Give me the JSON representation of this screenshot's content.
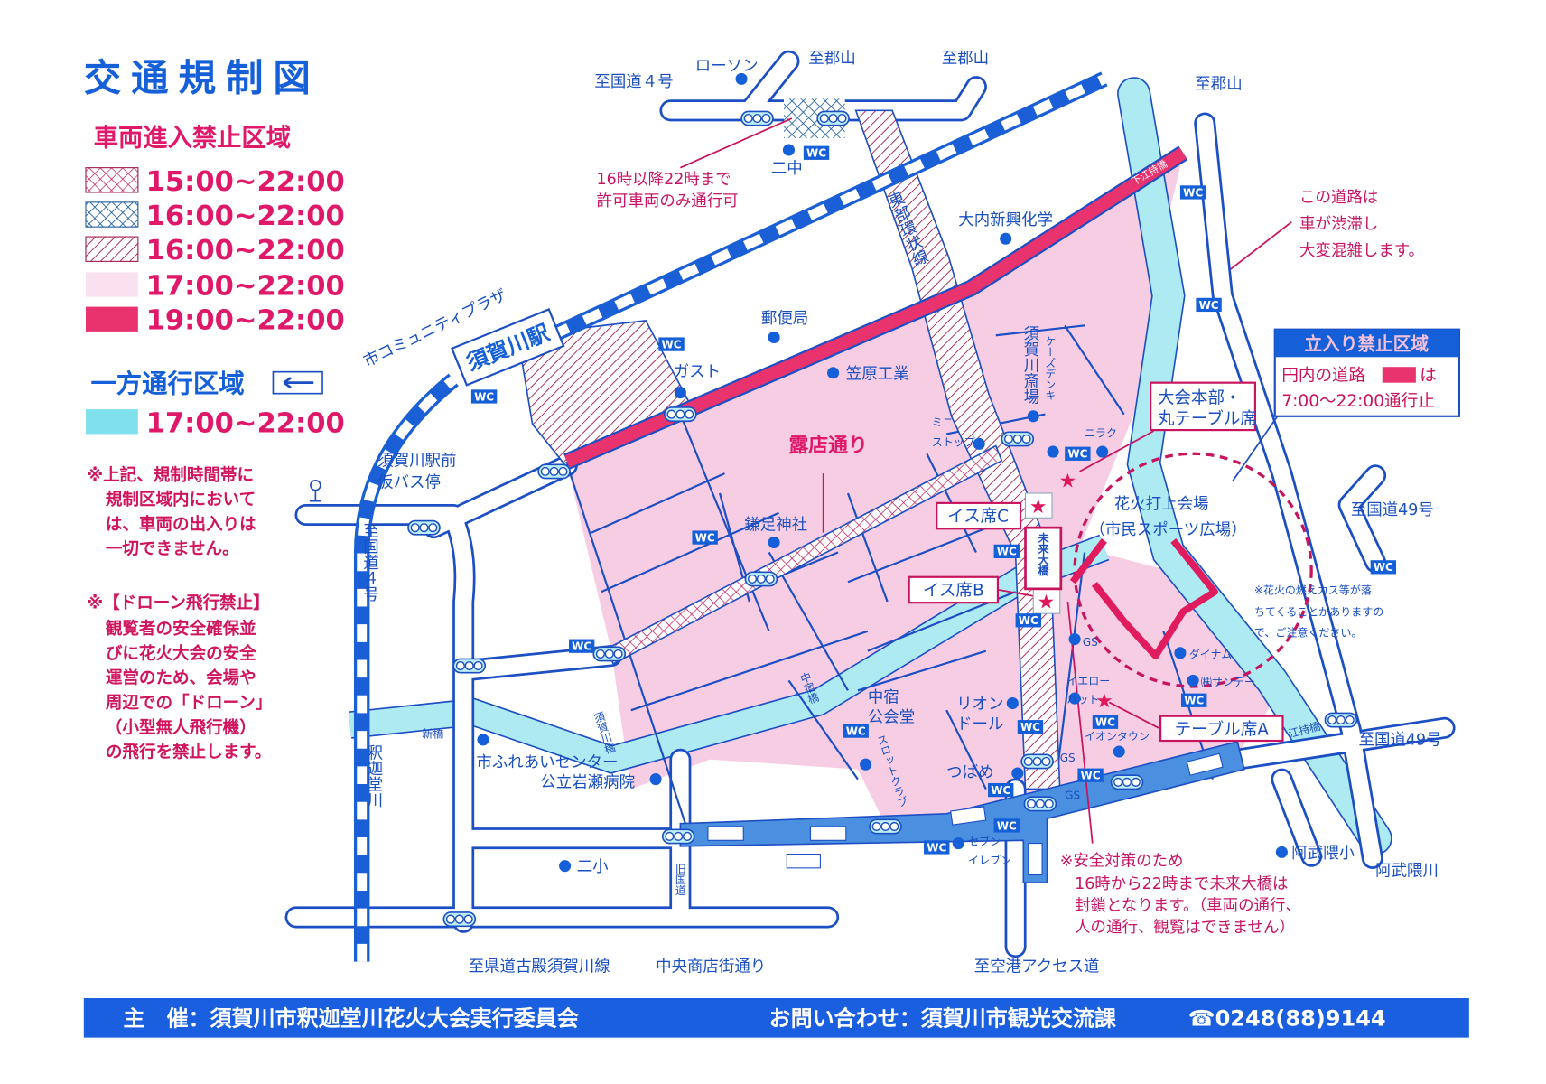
{
  "title": "交通規制図",
  "legend": {
    "no_entry_heading": "車両進入禁止区域",
    "items": [
      {
        "pattern": "crosshatch-pink",
        "time": "15:00~22:00"
      },
      {
        "pattern": "crosshatch-blue",
        "time": "16:00~22:00"
      },
      {
        "pattern": "diagonal-hatch",
        "time": "16:00~22:00"
      },
      {
        "pattern": "light-pink",
        "time": "17:00~22:00"
      },
      {
        "pattern": "solid-red",
        "time": "19:00~22:00"
      }
    ],
    "one_way_heading": "一方通行区域",
    "one_way_icon": "left-arrow-icon",
    "one_way_time": "17:00~22:00"
  },
  "notes": {
    "regulation": [
      "※上記、規制時間帯に",
      "規制区域内において",
      "は、車両の出入りは",
      "一切できません。"
    ],
    "drone": [
      "※【ドローン飛行禁止】",
      "観覧者の安全確保並",
      "びに花火大会の安全",
      "運営のため、会場や",
      "周辺での「ドローン」",
      "（小型無人飛行機）",
      "の飛行を禁止します。"
    ]
  },
  "map": {
    "wc_label": "WC",
    "gs_label": "GS",
    "station": "須賀川駅",
    "community_plaza": "市コミュニティプラザ",
    "bus_stop": [
      "須賀川駅前",
      "仮バス停"
    ],
    "to_route4_top": "至国道４号",
    "to_route4_side": "至国道４号",
    "lawson": "ローソン",
    "to_koriyama": [
      "至郡山",
      "至郡山",
      "至郡山"
    ],
    "ninchu": "二中",
    "permit_note": [
      "16時以降22時まで",
      "許可車両のみ通行可"
    ],
    "tobu_kanjo": "東部環状線",
    "ouchi": "大内新興化学",
    "post_office": "郵便局",
    "kasahara": "笠原工業",
    "gusto": "ガスト",
    "roten_dori": "露店通り",
    "kamatari": "鎌足神社",
    "ministop": [
      "ミニ",
      "ストップ"
    ],
    "saijo": "須賀川斎場",
    "ksdenki": "ケーズデンキ",
    "niraku": "ニラク",
    "hq_box": [
      "大会本部・",
      "丸テーブル席"
    ],
    "venue": [
      "花火打上会場",
      "（市民スポーツ広場）"
    ],
    "restricted": {
      "heading": "立入り禁止区域",
      "line1": "円内の道路",
      "line1b": "は",
      "line2": "7:00～22:00通行止"
    },
    "congestion": [
      "この道路は",
      "車が渋滞し",
      "大変混雑します。"
    ],
    "shimoemochi": "下江持橋",
    "to_route49": [
      "至国道49号",
      "至国道49号"
    ],
    "ash_note": [
      "※花火の燃えカス等が落",
      "ちてくることがありますの",
      "で、ご注意ください。"
    ],
    "dynam": "ダイナム",
    "yellowhat": [
      "イエロー",
      "ハット"
    ],
    "sunday": "㈱サンデー",
    "table_a": "テーブル席A",
    "chair_b": "イス席B",
    "chair_c": "イス席C",
    "mirai": "未来大橋",
    "aeon": "イオンタウン",
    "emochi": "江持橋",
    "nakajuku_hall": [
      "中宿",
      "公会堂"
    ],
    "nakajuku_bridge": "中宿橋",
    "lion_dor": [
      "リオン",
      "ドール"
    ],
    "slot": "スロットクラブ",
    "tsubame": "つばめ",
    "seven": [
      "セブン",
      "イレブン"
    ],
    "abukuma_school": "阿武隈小",
    "abukuma_river": "阿武隈川",
    "safety_note": [
      "※安全対策のため",
      "16時から22時まで未来大橋は",
      "封鎖となります。（車両の通行、",
      "人の通行、観覧はできません）"
    ],
    "shakado": "釈迦堂川",
    "shinbashi": "新橋",
    "sukagawa_bridge": "須賀川橋",
    "fureai": "市ふれあいセンター",
    "iwase": "公立岩瀬病院",
    "nisho": "二小",
    "kyukokudo": "旧国道",
    "to_furudono": "至県道古殿須賀川線",
    "chuo": "中央商店街通り",
    "to_airport": "至空港アクセス道"
  },
  "footer": {
    "organizer": "主　催：須賀川市釈迦堂川花火大会実行委員会",
    "contact": "お問い合わせ：須賀川市観光交流課",
    "phone": "☎0248(88)9144"
  },
  "colors": {
    "blue": "#1560d8",
    "pink_text": "#e0186a",
    "red_road": "#e8336e",
    "pink_area": "#f7cde4",
    "river": "#aeeaf2",
    "one_way": "#4b8fe0"
  }
}
